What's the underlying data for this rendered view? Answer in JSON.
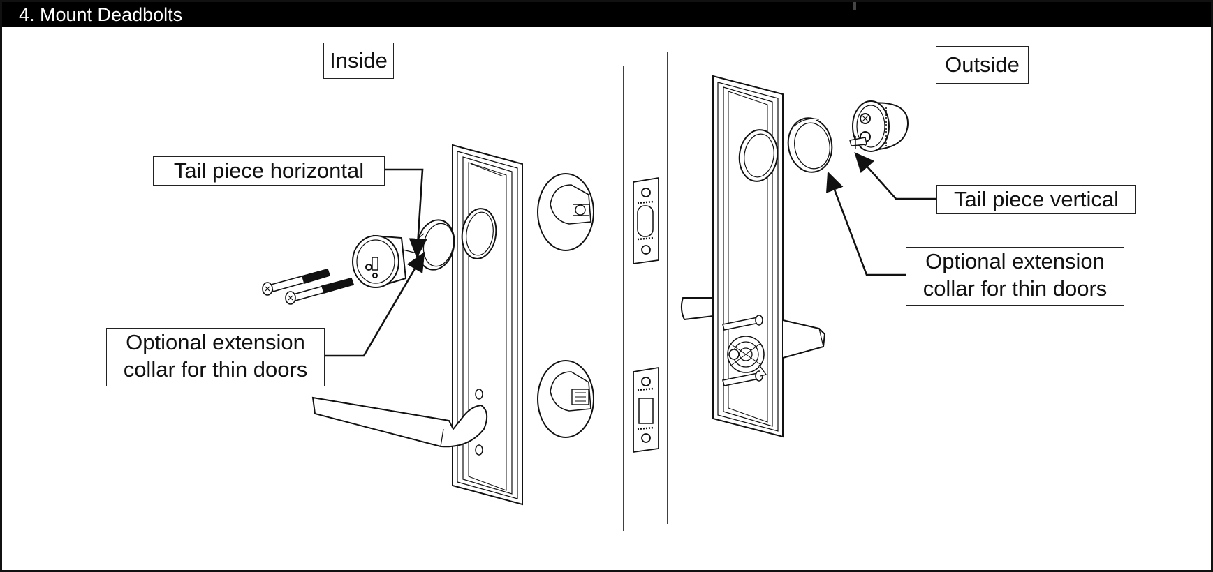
{
  "header": {
    "title": "4. Mount Deadbolts"
  },
  "labels": {
    "inside": "Inside",
    "outside": "Outside",
    "tail_horizontal": "Tail piece horizontal",
    "tail_vertical": "Tail piece vertical",
    "collar_inside_line1": "Optional extension",
    "collar_inside_line2": "collar for thin doors",
    "collar_outside_line1": "Optional extension",
    "collar_outside_line2": "collar for thin doors"
  },
  "colors": {
    "frame": "#111111",
    "line": "#222222",
    "background": "#ffffff",
    "title_bar": "#000000"
  }
}
